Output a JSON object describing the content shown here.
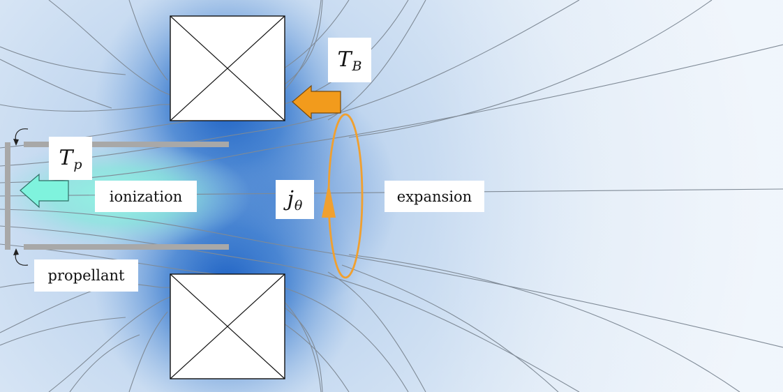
{
  "labels": {
    "ionization": "ionization",
    "expansion": "expansion",
    "propellant": "propellant"
  },
  "symbols": {
    "thrust_b": {
      "main": "T",
      "sub": "B"
    },
    "thrust_p": {
      "main": "T",
      "sub": "p"
    },
    "current": {
      "main": "j",
      "sub": "θ"
    }
  },
  "colors": {
    "field_blue": "#1a64c8",
    "ionization_cyan": "#7ff3dd",
    "thrust_b_arrow": "#f29b1c",
    "current_loop": "#f0a030",
    "wall_gray": "#a8a8a8",
    "field_line": "#7f8a96"
  }
}
